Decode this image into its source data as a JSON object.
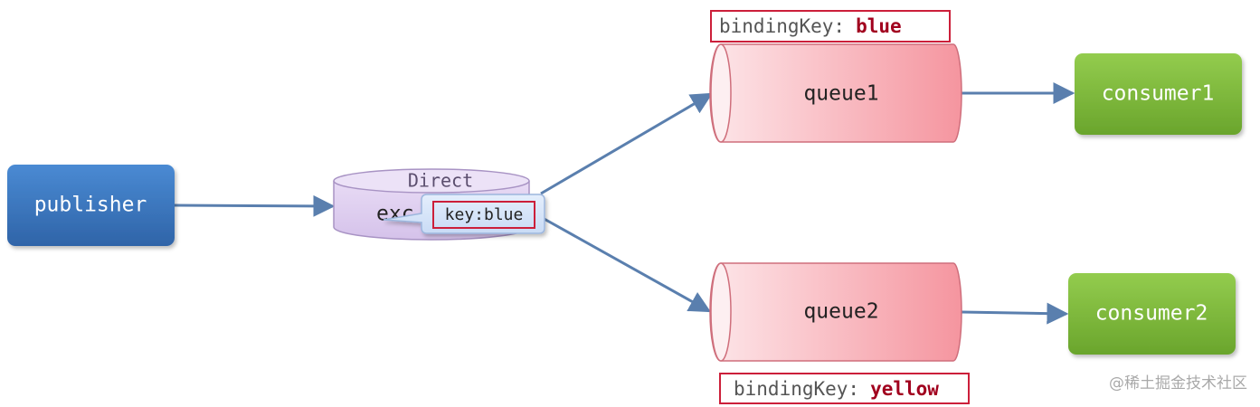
{
  "publisher": {
    "label": "publisher"
  },
  "exchange": {
    "type_label": "Direct",
    "label_partial": "exc"
  },
  "routing_key_callout": {
    "text": "key:blue"
  },
  "queues": [
    {
      "label": "queue1",
      "binding_key_label": "bindingKey:",
      "binding_key_value": "blue"
    },
    {
      "label": "queue2",
      "binding_key_label": "bindingKey:",
      "binding_key_value": "yellow"
    }
  ],
  "consumers": [
    {
      "label": "consumer1"
    },
    {
      "label": "consumer2"
    }
  ],
  "watermark": "@稀土掘金技术社区",
  "colors": {
    "publisher_fill": "#3a77c0",
    "exchange_fill": "#e2d3f1",
    "queue_fill_left": "#fde3e6",
    "queue_fill_right": "#f59aa5",
    "consumer_fill": "#7fbb3c",
    "arrow": "#5a7fae",
    "highlight_border": "#cc1f3a",
    "binding_value": "#a1001e"
  }
}
